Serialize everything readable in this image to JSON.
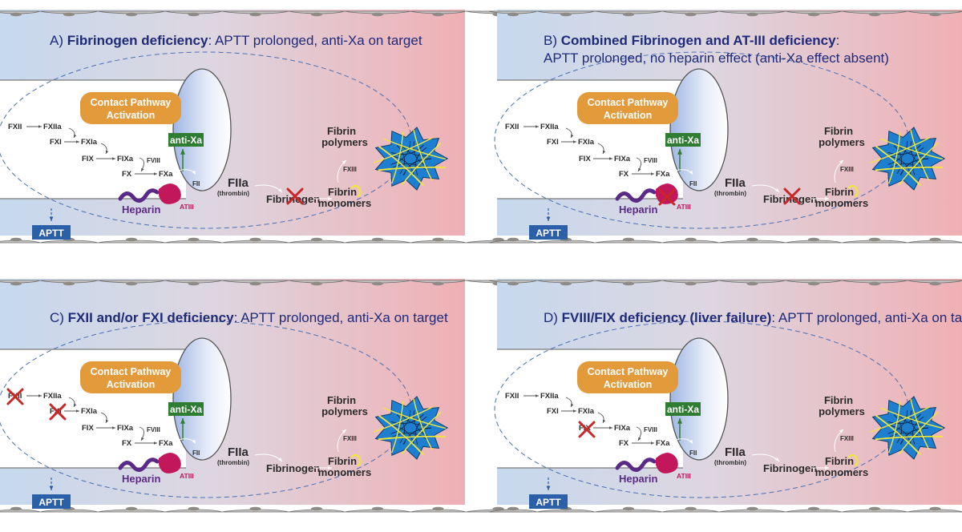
{
  "colors": {
    "title_text": "#1f2a78",
    "contact_box": "#e39a3b",
    "antixa_box": "#2e7d32",
    "aptt_box": "#2b5fa8",
    "cross": "#c62828",
    "heparin": "#5b2a86",
    "atiii": "#c2185b",
    "fibrin_mesh": "#1e7fd0",
    "fibrin_fibers": "#f0e63b",
    "vessel_left": "#c9dbef",
    "vessel_right": "#eeb2b5",
    "endothelial_cell": "#c9c7c3"
  },
  "labels": {
    "contact_line1": "Contact Pathway",
    "contact_line2": "Activation",
    "anti_xa": "anti-Xa",
    "aptt": "APTT",
    "fxii": "FXII",
    "fxiia": "FXIIa",
    "fxi": "FXI",
    "fxia": "FXIa",
    "fix": "FIX",
    "fixa": "FIXa",
    "fviii": "FVIII",
    "fx": "FX",
    "fxa": "FXa",
    "fii": "FII",
    "fiia": "FIIa",
    "thrombin": "(thrombin)",
    "fibrinogen": "Fibrinogen",
    "fibrin_m1": "Fibrin",
    "fibrin_m2": "monomers",
    "fibrin_p1": "Fibrin",
    "fibrin_p2": "polymers",
    "fxiii": "FXIII",
    "heparin": "Heparin",
    "atiii": "ATIII"
  },
  "panels": [
    {
      "id": "A",
      "title_line1": [
        {
          "text": "A) ",
          "bold": false
        },
        {
          "text": "Fibrinogen deficiency",
          "bold": true
        },
        {
          "text": ": APTT prolonged, anti-Xa on target",
          "bold": false
        }
      ],
      "title_line2": [],
      "crosses": [
        "fibrinogen"
      ]
    },
    {
      "id": "B",
      "title_line1": [
        {
          "text": "B) ",
          "bold": false
        },
        {
          "text": "Combined Fibrinogen and AT-III deficiency",
          "bold": true
        },
        {
          "text": ":",
          "bold": false
        }
      ],
      "title_line2": [
        {
          "text": "APTT prolonged, no heparin effect (anti-Xa effect absent)",
          "bold": false
        }
      ],
      "crosses": [
        "fibrinogen",
        "atiii"
      ]
    },
    {
      "id": "C",
      "title_line1": [
        {
          "text": "C) ",
          "bold": false
        },
        {
          "text": "FXII and/or FXI deficiency",
          "bold": true
        },
        {
          "text": ": APTT prolonged, anti-Xa on target",
          "bold": false
        }
      ],
      "title_line2": [],
      "crosses": [
        "fxii",
        "fxi"
      ]
    },
    {
      "id": "D",
      "title_line1": [
        {
          "text": "D) ",
          "bold": false
        },
        {
          "text": "FVIII/FIX deficiency (liver failure)",
          "bold": true
        },
        {
          "text": ": APTT prolonged, anti-Xa on target",
          "bold": false
        }
      ],
      "title_line2": [],
      "crosses": [
        "fix"
      ]
    }
  ]
}
